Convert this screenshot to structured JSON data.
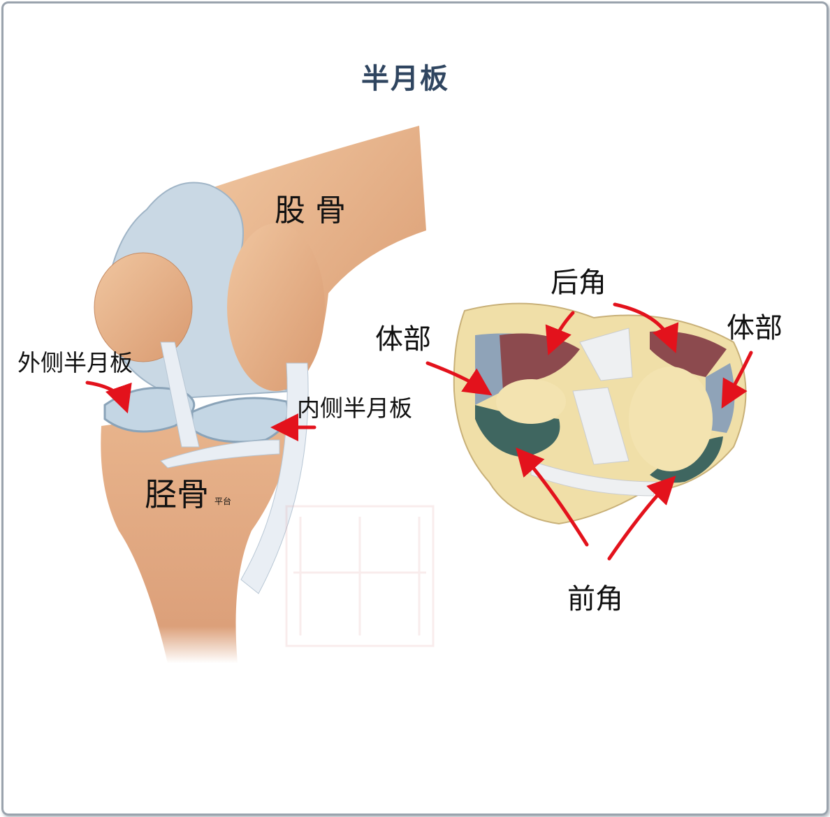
{
  "title": "半月板",
  "labels": {
    "femur": "股 骨",
    "lateral_meniscus": "外侧半月板",
    "medial_meniscus": "内侧半月板",
    "tibia": "胫骨",
    "tibia_suffix": "平台",
    "posterior_horn": "后角",
    "body_left": "体部",
    "body_right": "体部",
    "anterior_horn": "前角"
  },
  "colors": {
    "title": "#2f4560",
    "arrow": "#e3121c",
    "bone": "#e7b48c",
    "cartilage": "#c9d8e4",
    "posterior_zone": "#8c4a4e",
    "body_zone": "#8fa3b8",
    "anterior_zone": "#3f6660"
  },
  "watermark": "seal"
}
